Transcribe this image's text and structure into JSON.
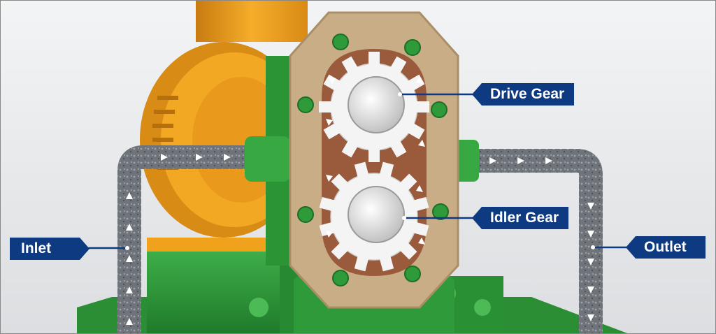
{
  "labels": {
    "drive_gear": "Drive Gear",
    "idler_gear": "Idler Gear",
    "inlet": "Inlet",
    "outlet": "Outlet"
  },
  "colors": {
    "background": "#e9eaec",
    "motor": "#f0a21c",
    "pump_base": "#2f9a3a",
    "pump_plate": "#c9ad86",
    "gear": "#f2f2f2",
    "fluid": "#9a5a3c",
    "pipe": "#7b7f86",
    "label_bg": "#0e3a82",
    "label_text": "#ffffff"
  }
}
